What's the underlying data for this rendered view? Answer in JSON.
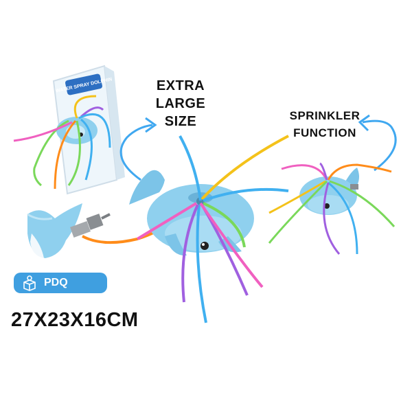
{
  "product": {
    "feature_size_lines": [
      "EXTRA",
      "LARGE",
      "SIZE"
    ],
    "feature_function_lines": [
      "SPRINKLER",
      "FUNCTION"
    ],
    "badge_label": "PDQ",
    "dimensions": "27X23X16CM",
    "box_text": "WATER SPRAY DOLPHIN"
  },
  "colors": {
    "dolphin": "#8fd0ee",
    "badge": "#3f9fe0",
    "hose_orange": "#ff8c1a",
    "hose_yellow": "#f4c21a",
    "hose_green": "#7ad85a",
    "hose_purple": "#a060e0",
    "hose_pink": "#f060c0",
    "hose_blue": "#40b0f0"
  },
  "icons": [
    "curved-arrow-icon",
    "box-icon",
    "hose-connector-icon"
  ]
}
